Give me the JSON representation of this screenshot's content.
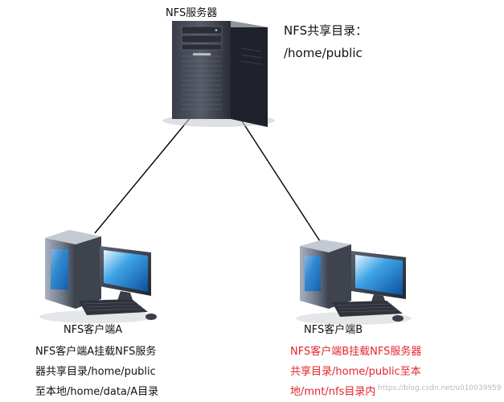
{
  "server": {
    "title": "NFS服务器",
    "share_label": "NFS共享目录：",
    "share_path": "/home/public"
  },
  "client_a": {
    "title": "NFS客户端A",
    "desc_lines": [
      "NFS客户端A挂载NFS服务",
      "器共享目录/home/public",
      "至本地/home/data/A目录"
    ]
  },
  "client_b": {
    "title": "NFS客户端B",
    "desc_lines": [
      "NFS客户端B挂载NFS服务器",
      "共享目录/home/public至本",
      "地/mnt/nfs目录内"
    ]
  },
  "watermark": "https://blog.csdn.net/u010039959",
  "colors": {
    "highlight_text": "#e3262a",
    "link_line": "#000000"
  }
}
